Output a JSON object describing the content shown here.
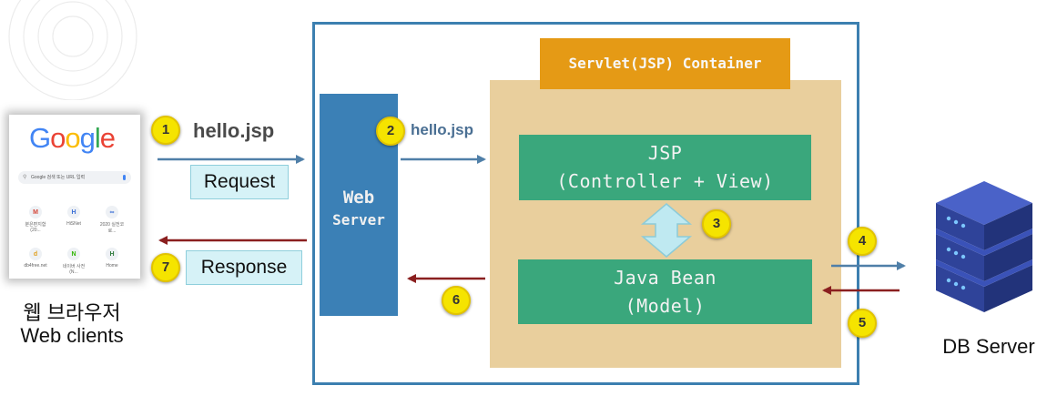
{
  "browser": {
    "logo": "Google",
    "search_placeholder": "Google 검색 또는 URL 입력",
    "shortcuts": [
      {
        "label": "분은편지함 (20...",
        "icon": "M",
        "color": "#d44638"
      },
      {
        "label": "HiSNet",
        "icon": "H",
        "color": "#3b6fd6"
      },
      {
        "label": "2020 실전코로...",
        "icon": "∞",
        "color": "#3b6fd6"
      },
      {
        "label": "db4free.net",
        "icon": "d",
        "color": "#e0a020"
      },
      {
        "label": "네이버 사전 (N...",
        "icon": "N",
        "color": "#2db400"
      },
      {
        "label": "Home",
        "icon": "H",
        "color": "#2d7a3a"
      }
    ],
    "caption_ko": "웹 브라우저",
    "caption_en": "Web clients"
  },
  "steps": {
    "s1": "1",
    "s2": "2",
    "s3": "3",
    "s4": "4",
    "s5": "5",
    "s6": "6",
    "s7": "7"
  },
  "labels": {
    "hello1": "hello.jsp",
    "hello2": "hello.jsp",
    "request": "Request",
    "response": "Response",
    "web_server_line1": "Web",
    "web_server_line2": "Server",
    "container": "Servlet(JSP) Container",
    "jsp_line1": "JSP",
    "jsp_line2": "(Controller + View)",
    "bean_line1": "Java Bean",
    "bean_line2": "(Model)",
    "db_server": "DB Server"
  },
  "colors": {
    "blue_arrow": "#4f7fa8",
    "red_arrow": "#8a1f1f",
    "web_server": "#3b80b6",
    "container_bg": "#e9cf9d",
    "container_title": "#e59a15",
    "teal": "#3aa77c",
    "outer_border": "#3c7fb0"
  }
}
